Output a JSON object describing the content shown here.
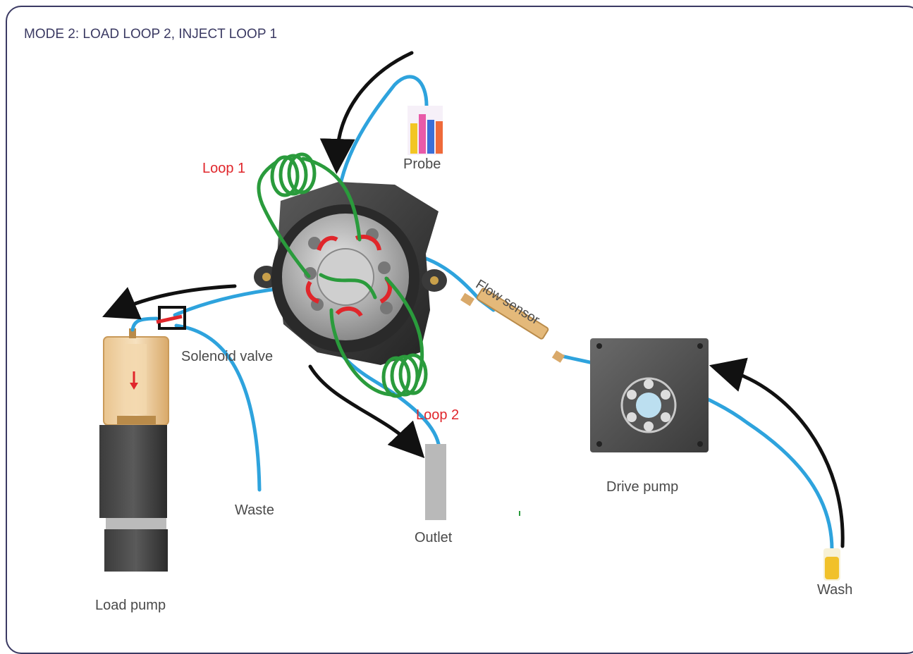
{
  "title": "MODE 2: LOAD LOOP 2, INJECT LOOP 1",
  "labels": {
    "loop1": "Loop 1",
    "loop2": "Loop 2",
    "probe": "Probe",
    "flow_sensor": "Flow sensor",
    "solenoid_valve": "Solenoid valve",
    "waste": "Waste",
    "outlet": "Outlet",
    "drive_pump": "Drive pump",
    "wash": "Wash",
    "load_pump": "Load pump"
  },
  "colors": {
    "tube": "#2ea3dd",
    "loop": "#2a9b3c",
    "connector": "#e0262b",
    "arrow": "#111111",
    "frame": "#3b3a63"
  }
}
